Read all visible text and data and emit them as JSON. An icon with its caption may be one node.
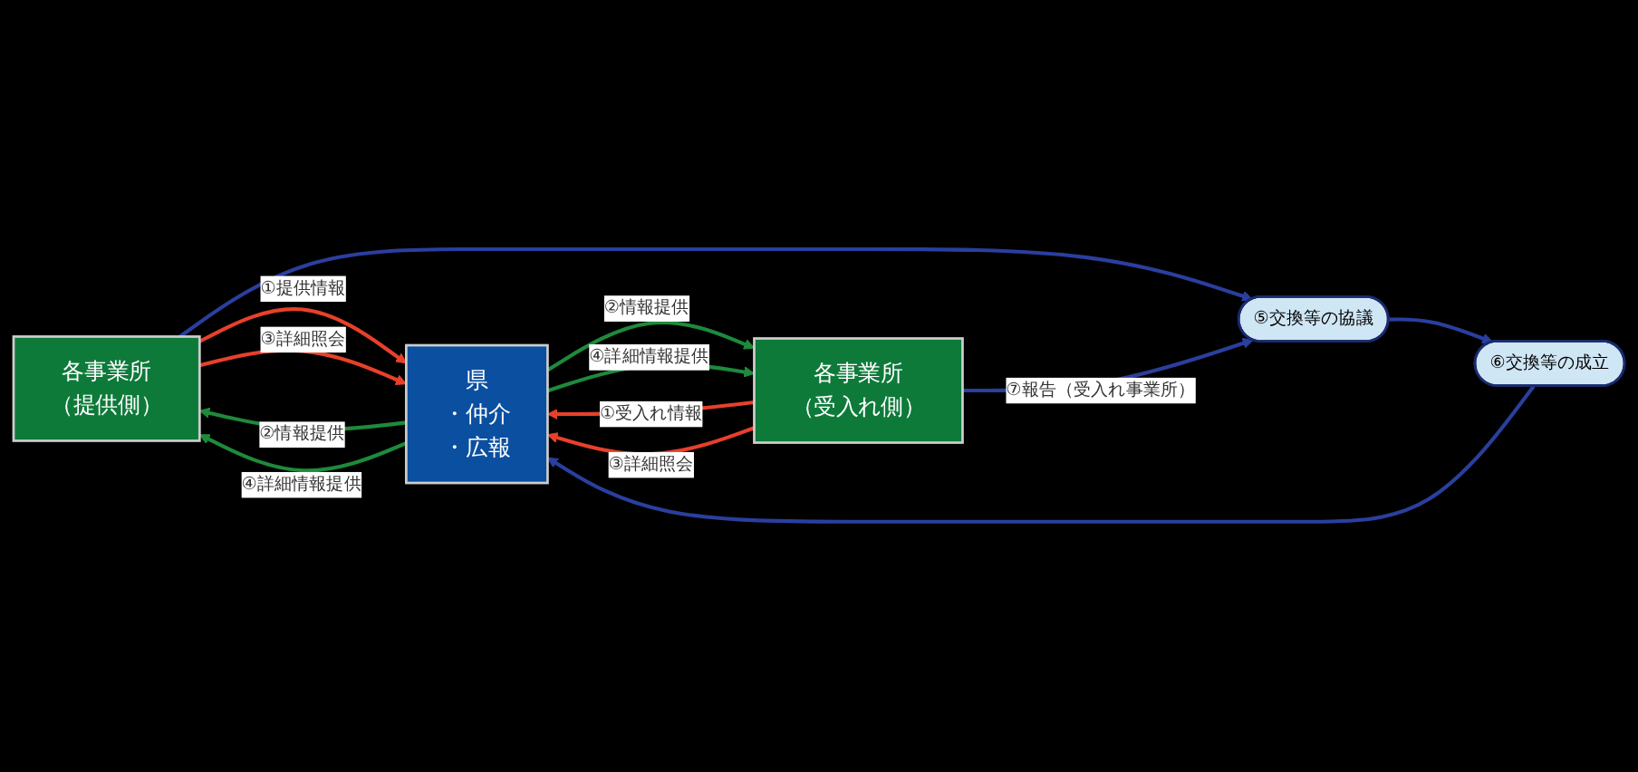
{
  "diagram": {
    "nodes": [
      {
        "text": [
          "各事業所",
          "（提供側）"
        ]
      },
      {
        "text": [
          "県",
          "・仲介",
          "・広報"
        ]
      },
      {
        "text": [
          "各事業所",
          "（受入れ側）"
        ]
      },
      {
        "text": [
          "⑥交換等の成立"
        ]
      },
      {
        "text": [
          "⑤交換等の協議"
        ]
      }
    ],
    "edges": [
      {
        "from": 0,
        "to": 1,
        "arrow": "to",
        "label": "①提供情報",
        "color": "#e8402a"
      },
      {
        "from": 1,
        "to": 0,
        "arrow": "to",
        "label": "②情報提供",
        "color": "#1e8a3c"
      },
      {
        "from": 0,
        "to": 1,
        "arrow": "to",
        "label": "③詳細照会",
        "color": "#e8402a"
      },
      {
        "from": 1,
        "to": 0,
        "arrow": "to",
        "label": "④詳細情報提供",
        "color": "#1e8a3c"
      },
      {
        "from": 2,
        "to": 1,
        "arrow": "to",
        "label": "①受入れ情報",
        "color": "#e8402a"
      },
      {
        "from": 1,
        "to": 2,
        "arrow": "to",
        "label": "②情報提供",
        "color": "#1e8a3c"
      },
      {
        "from": 2,
        "to": 1,
        "arrow": "to",
        "label": "③詳細照会",
        "color": "#e8402a"
      },
      {
        "from": 1,
        "to": 2,
        "arrow": "to",
        "label": "④詳細情報提供",
        "color": "#1e8a3c"
      },
      {
        "from": 0,
        "to": 4,
        "arrow": "to",
        "color": "#2a3f9e"
      },
      {
        "from": 4,
        "to": 3,
        "arrow": "to",
        "color": "#2a3f9e"
      },
      {
        "from": 3,
        "to": 1,
        "arrow": "to",
        "color": "#2a3f9e"
      },
      {
        "from": 2,
        "to": 4,
        "arrow": "to",
        "label": "⑦報告（受入れ事業所）",
        "color": "#2a3f9e"
      }
    ]
  }
}
